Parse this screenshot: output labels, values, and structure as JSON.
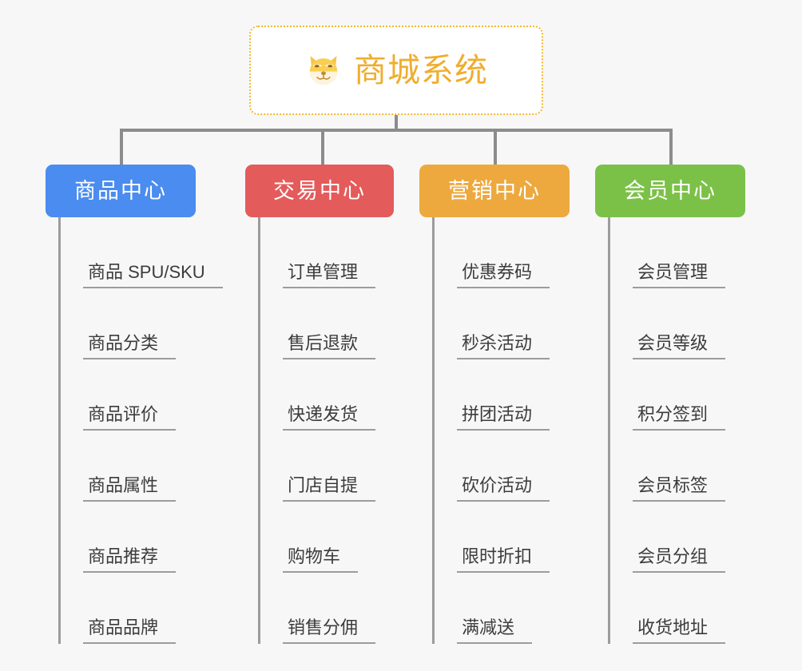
{
  "root": {
    "title": "商城系统",
    "icon": "shiba-dog-icon",
    "border_color": "#f3b72e",
    "text_color": "#f0ad2e",
    "background": "#ffffff"
  },
  "canvas": {
    "background": "#f7f7f7",
    "connector_color": "#8c8c8c",
    "leaf_line_color": "#9c9c9c",
    "leaf_text_color": "#3c3c3c"
  },
  "columns": [
    {
      "title": "商品中心",
      "color": "#4a8cf0",
      "width": 188,
      "leaves": [
        "商品 SPU/SKU",
        "商品分类",
        "商品评价",
        "商品属性",
        "商品推荐",
        "商品品牌"
      ]
    },
    {
      "title": "交易中心",
      "color": "#e45b5b",
      "width": 186,
      "leaves": [
        "订单管理",
        "售后退款",
        "快递发货",
        "门店自提",
        "购物车",
        "销售分佣"
      ]
    },
    {
      "title": "营销中心",
      "color": "#eda93e",
      "width": 188,
      "leaves": [
        "优惠券码",
        "秒杀活动",
        "拼团活动",
        "砍价活动",
        "限时折扣",
        "满减送"
      ]
    },
    {
      "title": "会员中心",
      "color": "#7bc148",
      "width": 188,
      "leaves": [
        "会员管理",
        "会员等级",
        "积分签到",
        "会员标签",
        "会员分组",
        "收货地址"
      ]
    }
  ]
}
